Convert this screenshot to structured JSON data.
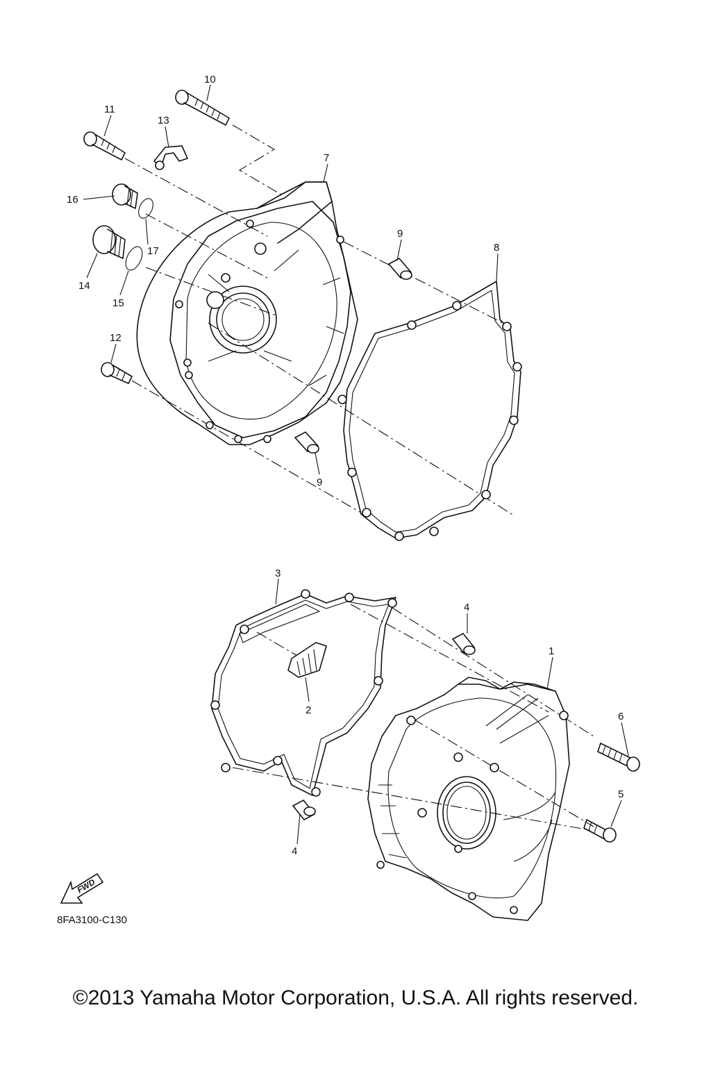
{
  "diagram": {
    "callouts": {
      "c1": "1",
      "c2": "2",
      "c3": "3",
      "c4a": "4",
      "c4b": "4",
      "c5": "5",
      "c6": "6",
      "c7": "7",
      "c8": "8",
      "c9a": "9",
      "c9b": "9",
      "c10": "10",
      "c11": "11",
      "c12": "12",
      "c13": "13",
      "c14": "14",
      "c15": "15",
      "c16": "16",
      "c17": "17"
    },
    "fwd_label": "FWD",
    "diagram_code": "8FA3100-C130"
  },
  "footer": {
    "copyright": "©2013 Yamaha Motor Corporation, U.S.A. All rights reserved."
  }
}
